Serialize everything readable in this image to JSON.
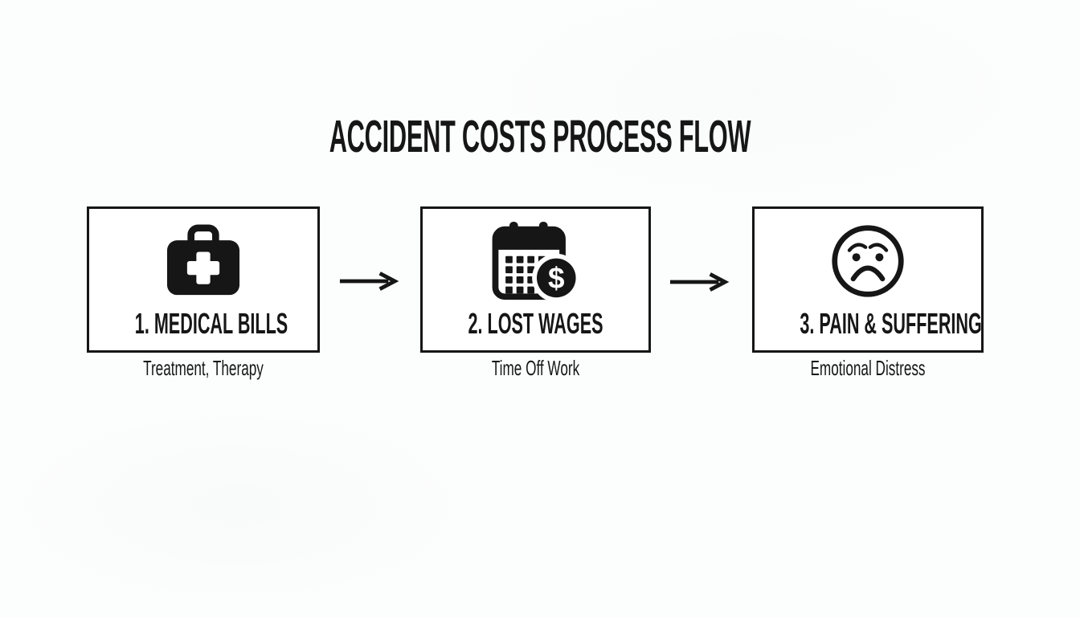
{
  "title": "ACCIDENT COSTS PROCESS FLOW",
  "flow": {
    "steps": [
      {
        "label": "1. MEDICAL BILLS",
        "sublabel": "Treatment, Therapy",
        "icon": "first-aid-kit-icon"
      },
      {
        "label": "2. LOST WAGES",
        "sublabel": "Time Off Work",
        "icon": "calendar-dollar-icon"
      },
      {
        "label": "3. PAIN & SUFFERING",
        "sublabel": "Emotional Distress",
        "icon": "sad-face-icon"
      }
    ],
    "connectors": [
      "right-arrow",
      "right-arrow"
    ]
  },
  "colors": {
    "ink": "#161616",
    "background": "#fcfdfd",
    "box_fill": "#ffffff"
  }
}
